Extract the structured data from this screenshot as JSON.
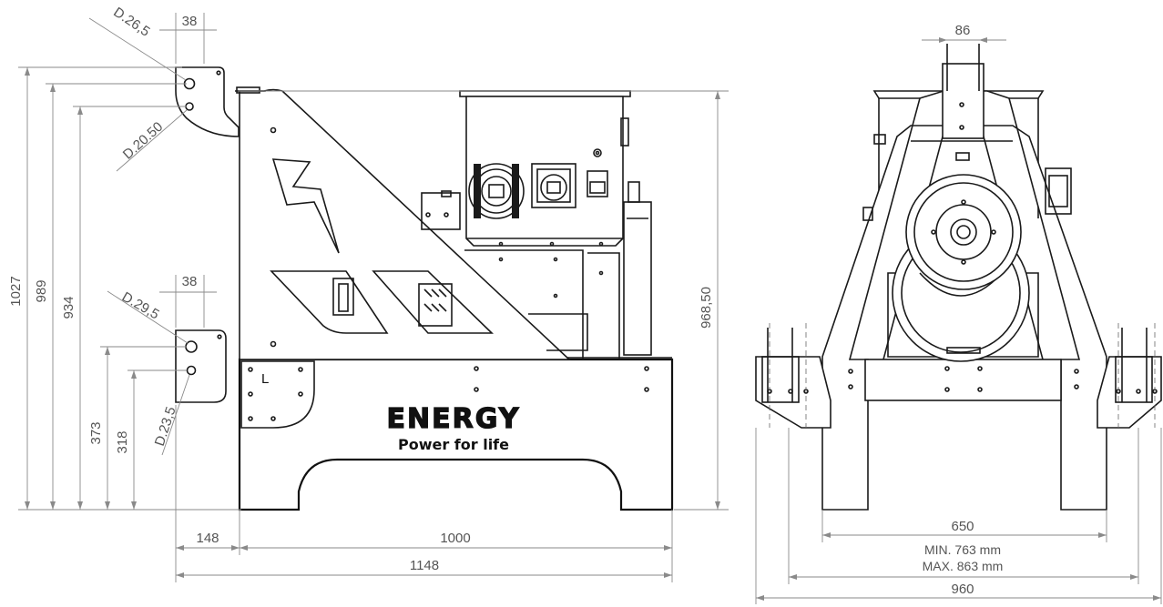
{
  "side_view": {
    "dimensions": {
      "top_hole_spacing": "38",
      "top_hole_upper_dia": "D.26,5",
      "top_hole_lower_dia": "D.20.50",
      "bottom_hole_spacing": "38",
      "bottom_hole_upper_dia": "D.29,5",
      "bottom_hole_lower_dia": "D.23,5",
      "overall_height": "1027",
      "height_989": "989",
      "height_934": "934",
      "height_373": "373",
      "height_318": "318",
      "frame_height": "968,50",
      "offset_148": "148",
      "length_1000": "1000",
      "length_1148": "1148"
    },
    "branding": {
      "logo": "ENERGY",
      "tagline": "Power for life"
    },
    "side_marker": "L"
  },
  "front_view": {
    "dimensions": {
      "top_width": "86",
      "inner_width": "650",
      "track_min": "MIN. 763 mm",
      "track_max": "MAX. 863 mm",
      "outer_width": "960"
    }
  }
}
